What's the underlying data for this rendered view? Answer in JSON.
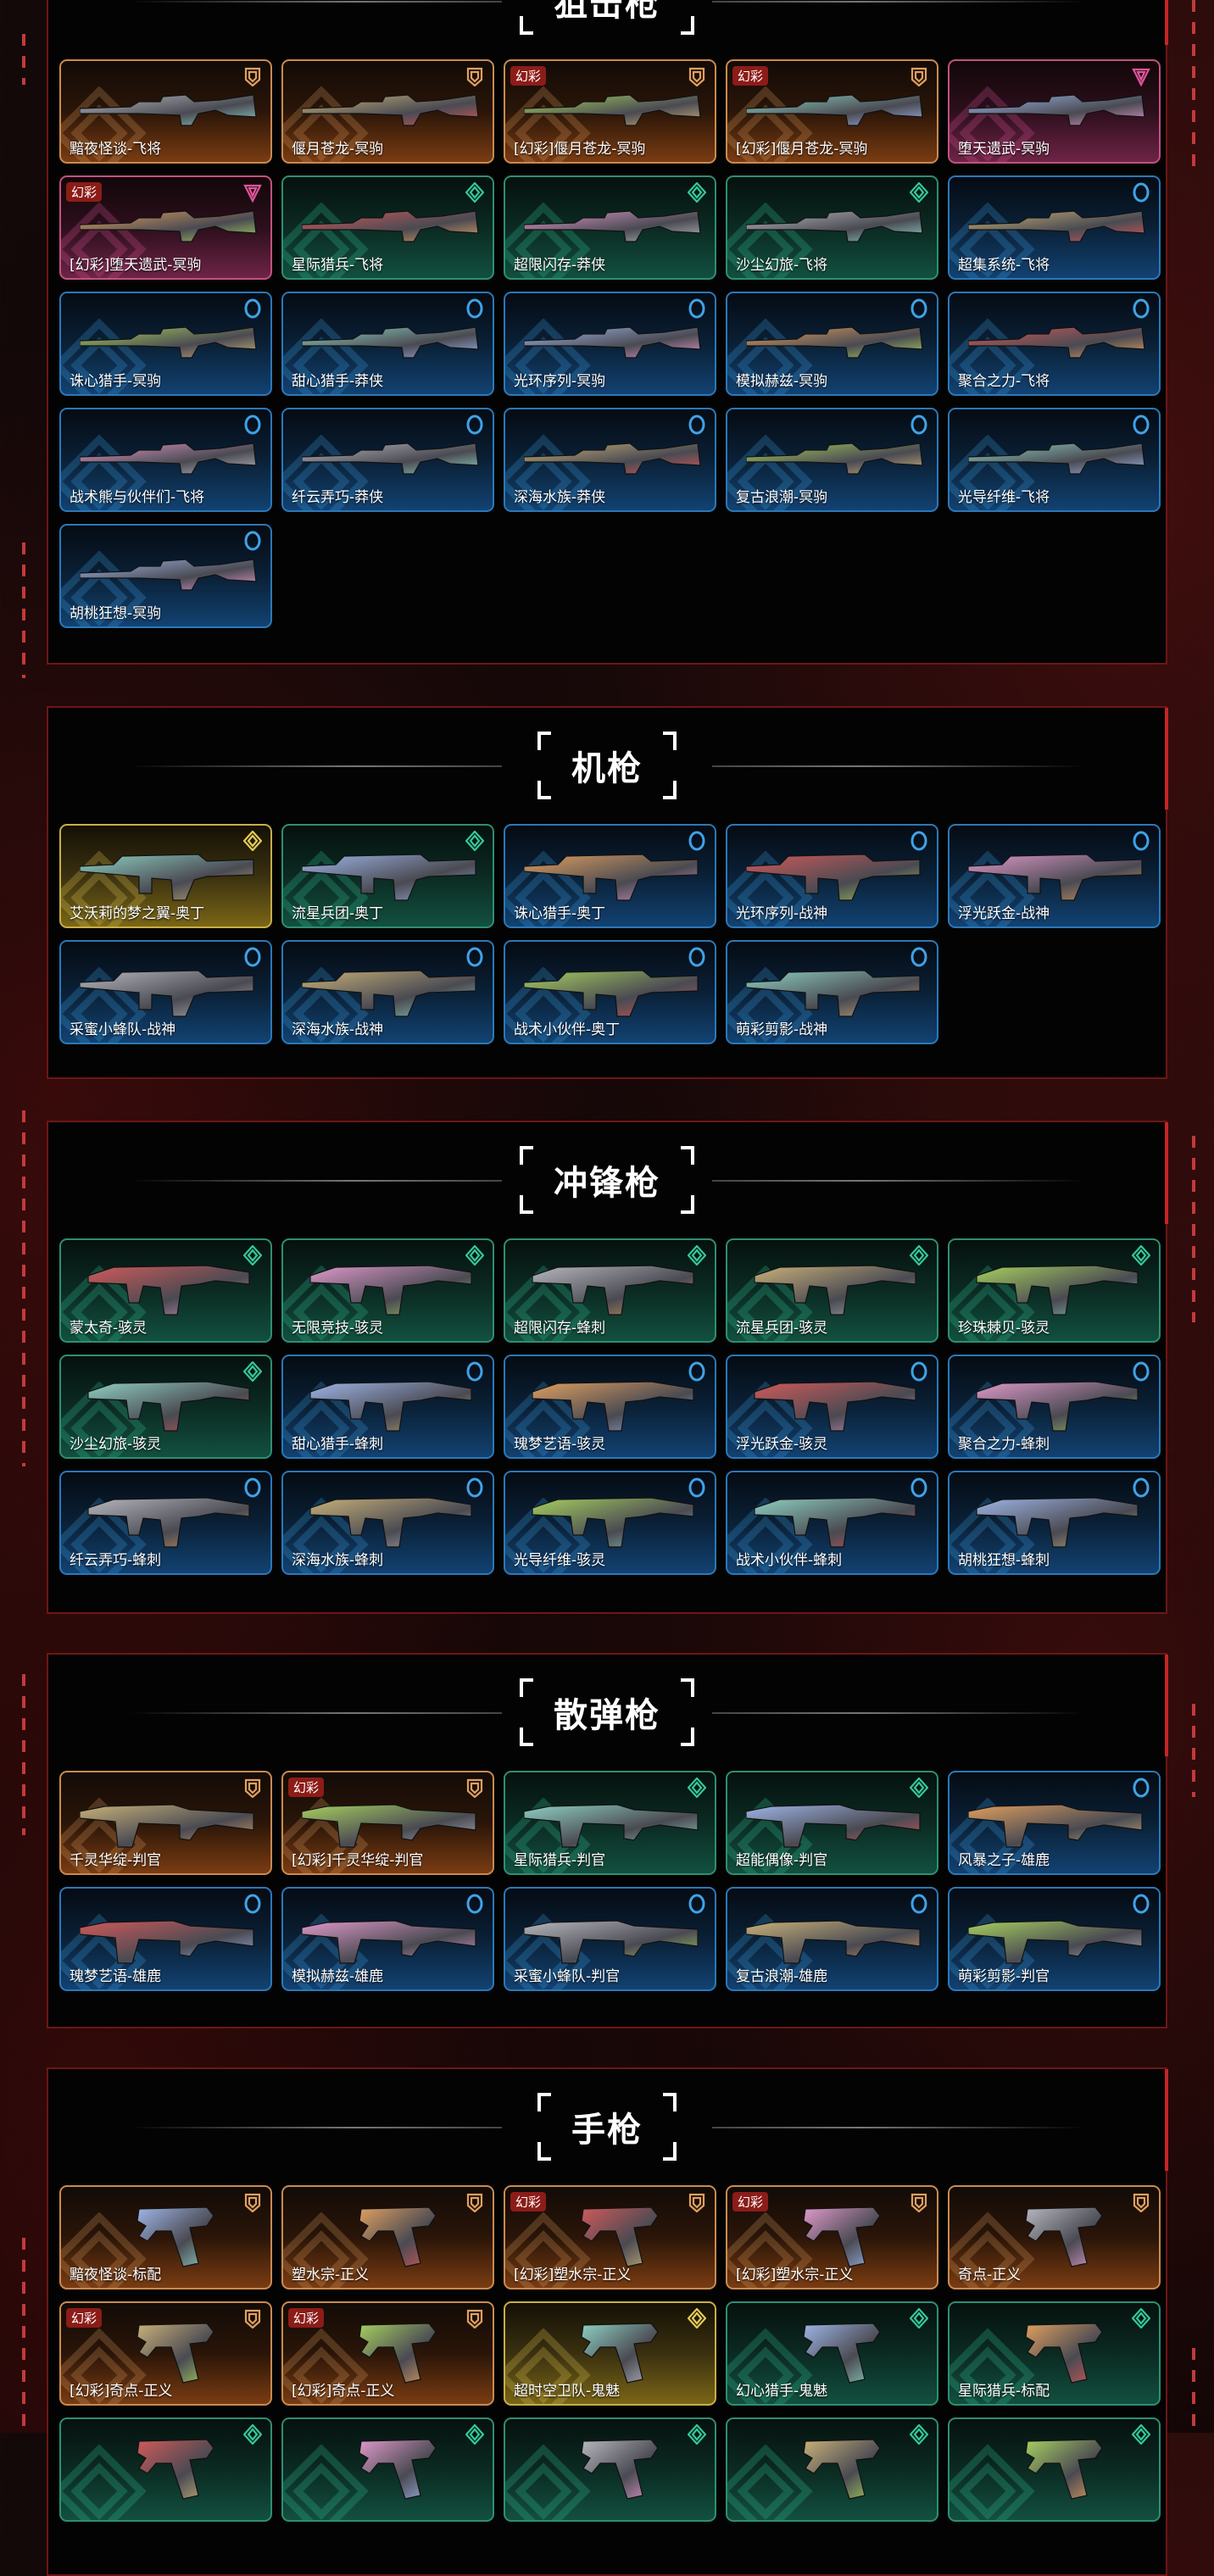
{
  "badge_label": "幻彩",
  "rarity_colors": {
    "orange": "#e0a060",
    "pink": "#e0559a",
    "green": "#35c79a",
    "blue": "#3fa2e6",
    "yellow": "#e3cc55"
  },
  "sections": [
    {
      "id": "sniper",
      "title": "狙击枪",
      "kind": "sniper",
      "items": [
        {
          "name": "黯夜怪谈-飞将",
          "rarity": "orange",
          "badge": false
        },
        {
          "name": "偃月苍龙-冥驹",
          "rarity": "orange",
          "badge": false
        },
        {
          "name": "[幻彩]偃月苍龙-冥驹",
          "rarity": "orange",
          "badge": true
        },
        {
          "name": "[幻彩]偃月苍龙-冥驹",
          "rarity": "orange",
          "badge": true
        },
        {
          "name": "堕天遗武-冥驹",
          "rarity": "pink",
          "badge": false
        },
        {
          "name": "[幻彩]堕天遗武-冥驹",
          "rarity": "pink",
          "badge": true
        },
        {
          "name": "星际猎兵-飞将",
          "rarity": "green",
          "badge": false
        },
        {
          "name": "超限闪存-莽侠",
          "rarity": "green",
          "badge": false
        },
        {
          "name": "沙尘幻旅-飞将",
          "rarity": "green",
          "badge": false
        },
        {
          "name": "超集系统-飞将",
          "rarity": "blue",
          "badge": false
        },
        {
          "name": "诛心猎手-冥驹",
          "rarity": "blue",
          "badge": false
        },
        {
          "name": "甜心猎手-莽侠",
          "rarity": "blue",
          "badge": false
        },
        {
          "name": "光环序列-冥驹",
          "rarity": "blue",
          "badge": false
        },
        {
          "name": "模拟赫兹-冥驹",
          "rarity": "blue",
          "badge": false
        },
        {
          "name": "聚合之力-飞将",
          "rarity": "blue",
          "badge": false
        },
        {
          "name": "战术熊与伙伴们-飞将",
          "rarity": "blue",
          "badge": false
        },
        {
          "name": "纤云弄巧-莽侠",
          "rarity": "blue",
          "badge": false
        },
        {
          "name": "深海水族-莽侠",
          "rarity": "blue",
          "badge": false
        },
        {
          "name": "复古浪潮-冥驹",
          "rarity": "blue",
          "badge": false
        },
        {
          "name": "光导纤维-飞将",
          "rarity": "blue",
          "badge": false
        },
        {
          "name": "胡桃狂想-冥驹",
          "rarity": "blue",
          "badge": false
        }
      ]
    },
    {
      "id": "machine-gun",
      "title": "机枪",
      "kind": "mg",
      "items": [
        {
          "name": "艾沃莉的梦之翼-奥丁",
          "rarity": "yellow",
          "badge": false
        },
        {
          "name": "流星兵团-奥丁",
          "rarity": "green",
          "badge": false
        },
        {
          "name": "诛心猎手-奥丁",
          "rarity": "blue",
          "badge": false
        },
        {
          "name": "光环序列-战神",
          "rarity": "blue",
          "badge": false
        },
        {
          "name": "浮光跃金-战神",
          "rarity": "blue",
          "badge": false
        },
        {
          "name": "采蜜小蜂队-战神",
          "rarity": "blue",
          "badge": false
        },
        {
          "name": "深海水族-战神",
          "rarity": "blue",
          "badge": false
        },
        {
          "name": "战术小伙伴-奥丁",
          "rarity": "blue",
          "badge": false
        },
        {
          "name": "萌彩剪影-战神",
          "rarity": "blue",
          "badge": false
        }
      ]
    },
    {
      "id": "smg",
      "title": "冲锋枪",
      "kind": "smg",
      "items": [
        {
          "name": "蒙太奇-骇灵",
          "rarity": "green",
          "badge": false
        },
        {
          "name": "无限竞技-骇灵",
          "rarity": "green",
          "badge": false
        },
        {
          "name": "超限闪存-蜂刺",
          "rarity": "green",
          "badge": false
        },
        {
          "name": "流星兵团-骇灵",
          "rarity": "green",
          "badge": false
        },
        {
          "name": "珍珠棘贝-骇灵",
          "rarity": "green",
          "badge": false
        },
        {
          "name": "沙尘幻旅-骇灵",
          "rarity": "green",
          "badge": false
        },
        {
          "name": "甜心猎手-蜂刺",
          "rarity": "blue",
          "badge": false
        },
        {
          "name": "瑰梦艺语-骇灵",
          "rarity": "blue",
          "badge": false
        },
        {
          "name": "浮光跃金-骇灵",
          "rarity": "blue",
          "badge": false
        },
        {
          "name": "聚合之力-蜂刺",
          "rarity": "blue",
          "badge": false
        },
        {
          "name": "纤云弄巧-蜂刺",
          "rarity": "blue",
          "badge": false
        },
        {
          "name": "深海水族-蜂刺",
          "rarity": "blue",
          "badge": false
        },
        {
          "name": "光导纤维-骇灵",
          "rarity": "blue",
          "badge": false
        },
        {
          "name": "战术小伙伴-蜂刺",
          "rarity": "blue",
          "badge": false
        },
        {
          "name": "胡桃狂想-蜂刺",
          "rarity": "blue",
          "badge": false
        }
      ]
    },
    {
      "id": "shotgun",
      "title": "散弹枪",
      "kind": "shotgun",
      "items": [
        {
          "name": "千灵华绽-判官",
          "rarity": "orange",
          "badge": false
        },
        {
          "name": "[幻彩]千灵华绽-判官",
          "rarity": "orange",
          "badge": true
        },
        {
          "name": "星际猎兵-判官",
          "rarity": "green",
          "badge": false
        },
        {
          "name": "超能偶像-判官",
          "rarity": "green",
          "badge": false
        },
        {
          "name": "风暴之子-雄鹿",
          "rarity": "blue",
          "badge": false
        },
        {
          "name": "瑰梦艺语-雄鹿",
          "rarity": "blue",
          "badge": false
        },
        {
          "name": "模拟赫兹-雄鹿",
          "rarity": "blue",
          "badge": false
        },
        {
          "name": "采蜜小蜂队-判官",
          "rarity": "blue",
          "badge": false
        },
        {
          "name": "复古浪潮-雄鹿",
          "rarity": "blue",
          "badge": false
        },
        {
          "name": "萌彩剪影-判官",
          "rarity": "blue",
          "badge": false
        }
      ]
    },
    {
      "id": "pistol",
      "title": "手枪",
      "kind": "pistol",
      "items": [
        {
          "name": "黯夜怪谈-标配",
          "rarity": "orange",
          "badge": false
        },
        {
          "name": "塑水宗-正义",
          "rarity": "orange",
          "badge": false
        },
        {
          "name": "[幻彩]塑水宗-正义",
          "rarity": "orange",
          "badge": true
        },
        {
          "name": "[幻彩]塑水宗-正义",
          "rarity": "orange",
          "badge": true
        },
        {
          "name": "奇点-正义",
          "rarity": "orange",
          "badge": false
        },
        {
          "name": "[幻彩]奇点-正义",
          "rarity": "orange",
          "badge": true
        },
        {
          "name": "[幻彩]奇点-正义",
          "rarity": "orange",
          "badge": true
        },
        {
          "name": "超时空卫队-鬼魅",
          "rarity": "yellow",
          "badge": false
        },
        {
          "name": "幻心猎手-鬼魅",
          "rarity": "green",
          "badge": false
        },
        {
          "name": "星际猎兵-标配",
          "rarity": "green",
          "badge": false
        },
        {
          "rarity": "green",
          "badge": false
        },
        {
          "rarity": "green",
          "badge": false
        },
        {
          "rarity": "green",
          "badge": false
        },
        {
          "rarity": "green",
          "badge": false
        },
        {
          "rarity": "green",
          "badge": false
        }
      ]
    }
  ]
}
